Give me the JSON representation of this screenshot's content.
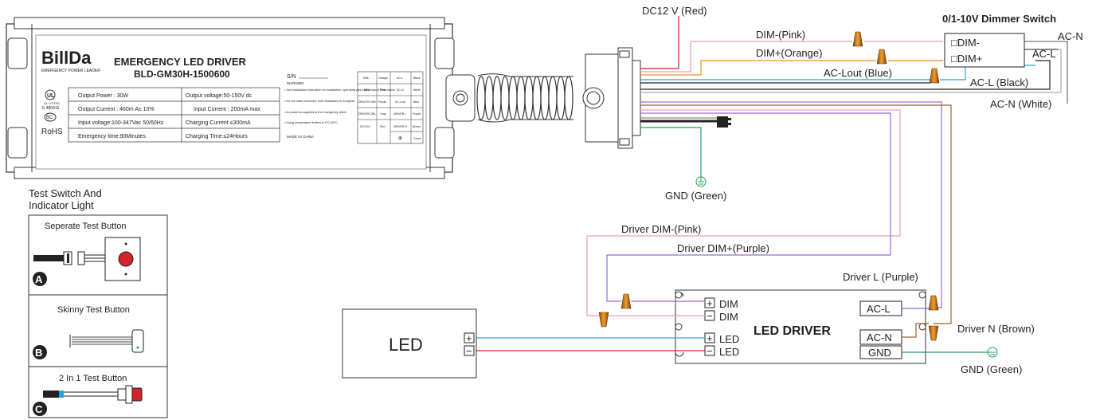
{
  "driver_box": {
    "brand": "BillDa",
    "brand_tagline": "EMERGENCY POWER LEADER",
    "title": "EMERGENCY LED DRIVER",
    "model": "BLD-GM30H-1500600",
    "sn_label": "S/N",
    "warning_title": "WARNING",
    "warnings": [
      "• See installation instruction for installation, operating and maintenance information.",
      "• Do not mate connector until installation is complete.",
      "• Ac power is supplied to the emergency driver.",
      "• Using temperature limited in 0°C-50°C."
    ],
    "made_in": "MADE IN CHINA",
    "specs": [
      [
        "Output Power : 30W",
        "Output voltage:50-150V dc"
      ],
      [
        "Output Current : 460m A± 10%",
        "Input Current : 200mA max"
      ],
      [
        "Input voltage:100-347Vac 50/60Hz",
        "Charging Current ≤300mA"
      ],
      [
        "Emergency time:90Minutes",
        "Charging Time:≤24Hours"
      ]
    ],
    "wire_table": [
      [
        "DIM-",
        "Orange",
        "AC-L",
        "Black"
      ],
      [
        "DIM",
        "Pink",
        "AC-N",
        "White"
      ],
      [
        "DRIVER DIM+",
        "Purple",
        "AC-Lout",
        "Blue"
      ],
      [
        "DRIVER DIM-",
        "Gray",
        "DRIVER L",
        "Purple"
      ],
      [
        "DC12V+",
        "Red",
        "DRIVER N",
        "Brown"
      ],
      [
        "",
        "",
        "⊕",
        "Green"
      ]
    ],
    "cert_marks": [
      "UL LISTED",
      "E 480915",
      "BC",
      "RoHS"
    ]
  },
  "wire_labels": {
    "dc12v": "DC12 V (Red)",
    "dim_minus_pink": "DIM-(Pink)",
    "dim_plus_orange": "DIM+(Orange)",
    "ac_lout_blue": "AC-Lout (Blue)",
    "ac_l_black": "AC-L (Black)",
    "ac_n_white": "AC-N (White)",
    "gnd_green_top": "GND (Green)",
    "driver_dim_minus": "Driver DIM-(Pink)",
    "driver_dim_plus": "Driver DIM+(Purple)",
    "driver_l": "Driver L (Purple)",
    "driver_n": "Driver N (Brown)",
    "gnd_green_bottom": "GND (Green)"
  },
  "dimmer_switch": {
    "title": "0/1-10V Dimmer  Switch",
    "dim_minus": "□DIM-",
    "dim_plus": "□DIM+",
    "ac_n": "AC-N",
    "ac_l": "AC-L"
  },
  "led_driver": {
    "title": "LED DRIVER",
    "left_terminals": [
      {
        "sign": "+",
        "label": "DIM"
      },
      {
        "sign": "−",
        "label": "DIM"
      },
      {
        "sign": "+",
        "label": "LED"
      },
      {
        "sign": "−",
        "label": "LED"
      }
    ],
    "right_terminals": [
      "AC-L",
      "AC-N",
      "GND"
    ]
  },
  "led_box": {
    "label": "LED",
    "plus": "+",
    "minus": "−"
  },
  "test_switch": {
    "heading_line1": "Test Switch And",
    "heading_line2": "Indicator Light",
    "options": [
      {
        "letter": "A",
        "label": "Seperate Test Button"
      },
      {
        "letter": "B",
        "label": "Skinny Test Button"
      },
      {
        "letter": "C",
        "label": "2 In 1 Test Button"
      }
    ]
  },
  "colors": {
    "red": "#d2232a",
    "pink": "#e8a0b8",
    "orange": "#f0901e",
    "blue": "#2aa0d8",
    "black": "#222222",
    "white_wire": "#999999",
    "purple": "#9a6ad0",
    "brown": "#a0622d",
    "green": "#22a060",
    "connector": "#c8781a"
  }
}
